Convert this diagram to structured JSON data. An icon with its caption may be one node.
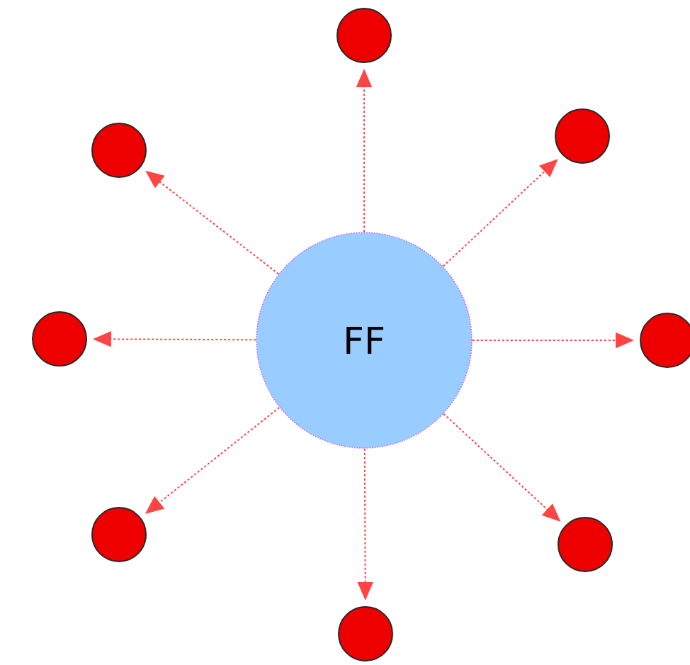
{
  "diagram": {
    "nodes": [
      {
        "text": [
          "FF"
        ]
      },
      {
        "text": [],
        "shape": "circle"
      },
      {
        "text": [],
        "shape": "circle"
      },
      {
        "text": [],
        "shape": "circle"
      },
      {
        "text": [],
        "shape": "circle"
      },
      {
        "text": [],
        "shape": "circle"
      },
      {
        "text": [],
        "shape": "circle"
      },
      {
        "text": [],
        "shape": "circle"
      },
      {
        "text": [],
        "shape": "circle"
      }
    ],
    "edges": [
      {
        "from": 0,
        "to": 1,
        "arrow": "to",
        "style": "dashed"
      },
      {
        "from": 0,
        "to": 2,
        "arrow": "to",
        "style": "dashed"
      },
      {
        "from": 0,
        "to": 3,
        "arrow": "to",
        "style": "dashed"
      },
      {
        "from": 0,
        "to": 4,
        "arrow": "to",
        "style": "dashed"
      },
      {
        "from": 0,
        "to": 5,
        "arrow": "to",
        "style": "dashed"
      },
      {
        "from": 0,
        "to": 6,
        "arrow": "to",
        "style": "dashed"
      },
      {
        "from": 0,
        "to": 7,
        "arrow": "to",
        "style": "dashed"
      },
      {
        "from": 0,
        "to": 8,
        "arrow": "to",
        "style": "dashed"
      }
    ]
  }
}
